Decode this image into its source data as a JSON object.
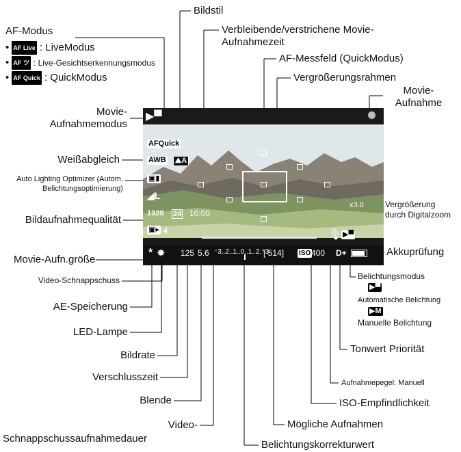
{
  "af_mode": {
    "title": "AF-Modus",
    "items": [
      {
        "icon": "AF Live",
        "label": ": LiveModus"
      },
      {
        "icon": "AF ツ",
        "label": ": Live-Gesichtserkennungsmodus"
      },
      {
        "icon": "AF Quick",
        "label": ": QuickModus"
      }
    ]
  },
  "labels": {
    "bildstil": "Bildstil",
    "verbleibende": "Verbleibende/verstrichene Movie-",
    "verbleibende2": "Aufnahmezeit",
    "af_messfeld": "AF-Messfeld (QuickModus)",
    "vergroesserungsrahmen": "Vergrößerungsrahmen",
    "movie_aufnahme1": "Movie-",
    "movie_aufnahme2": "Aufnahme",
    "movie_modus1": "Movie-",
    "movie_modus2": "Aufnahmemodus",
    "weissabgleich": "Weißabgleich",
    "alo1": "Auto Lighting Optimizer (Autom.",
    "alo2": "Belichtungsoptimierung)",
    "bildqualitaet": "Bildaufnahmequalität",
    "vergroesserung1": "Vergrößerung",
    "vergroesserung2": "durch Digitalzoom",
    "movie_groesse": "Movie-Aufn.größe",
    "akkupruefung": "Akkuprüfung",
    "video_schnapp": "Video-Schnappschuss",
    "belichtungsmodus": "Belichtungsmodus",
    "auto_belichtung": "Automatische Belichtung",
    "man_belichtung": "Manuelle Belichtung",
    "ae_speicherung": "AE-Speicherung",
    "led_lampe": "LED-Lampe",
    "tonwert": "Tonwert Priorität",
    "bildrate": "Bildrate",
    "aufnahmepegel": "Aufnahmepegel: Manuell",
    "verschlusszeit": "Verschlusszeit",
    "iso": "ISO-Empfindlichkeit",
    "blende": "Blende",
    "moegliche": "Mögliche Aufnahmen",
    "video_dauer1": "Video-",
    "video_dauer2": "Schnappschussaufnahmedauer",
    "belichtungskorrektur": "Belichtungskorrekturwert"
  },
  "screen": {
    "af_quick": "AFQuick",
    "awb": "AWB",
    "style": "⛰A",
    "quality": "◢L",
    "size": "1920",
    "fps": "24",
    "time": "10:00",
    "zoom": "x3.0",
    "shutter": "125",
    "aperture": "5.6",
    "scale": "⁻3..2..1..0..1..2.⁺3",
    "shots": "[ 514]",
    "iso_label": "ISO",
    "iso": "400",
    "dplus": "D+",
    "snap_count": "4"
  },
  "colors": {
    "screen_bg": "#1a1a1a",
    "sky": "#dfe7ea"
  }
}
